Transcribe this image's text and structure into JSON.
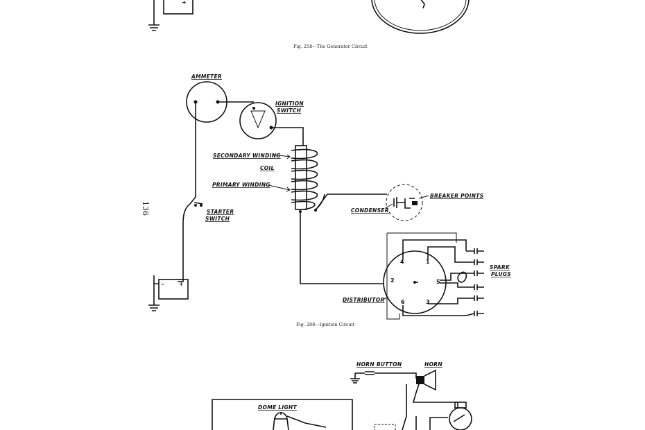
{
  "captions": {
    "top": "Fig. 258—The Generator Circuit",
    "middle": "Fig. 288—Ignition Circuit"
  },
  "page_number": "136",
  "labels": {
    "ammeter": "AMMETER",
    "ignition_switch_1": "IGNITION",
    "ignition_switch_2": "SWITCH",
    "secondary_winding": "SECONDARY WINDING",
    "coil": "COIL",
    "primary_winding": "PRIMARY WINDING",
    "starter_switch_1": "STARTER",
    "starter_switch_2": "SWITCH",
    "condenser": "CONDENSER",
    "breaker_points": "BREAKER POINTS",
    "spark_plugs_1": "SPARK",
    "spark_plugs_2": "PLUGS",
    "distributor": "DISTRIBUTOR",
    "horn_button": "HORN BUTTON",
    "horn": "HORN",
    "dome_light": "DOME LIGHT"
  },
  "distributor_terminals": [
    "4",
    "1",
    "2",
    "5",
    "6",
    "3"
  ],
  "battery_marks": [
    "-",
    "+"
  ]
}
